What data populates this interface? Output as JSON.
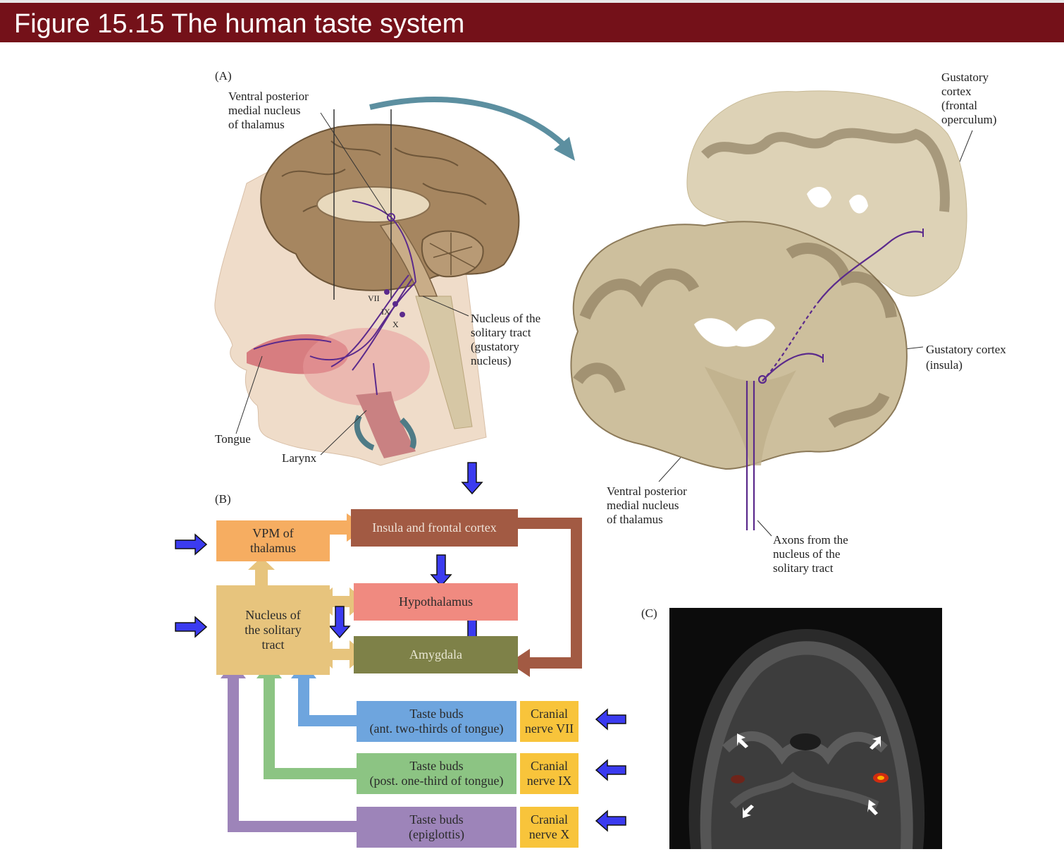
{
  "figure": {
    "title": "Figure 15.15  The human taste system"
  },
  "panel_a": {
    "letter": "(A)",
    "labels": {
      "vpm_top": "Ventral posterior\nmedial nucleus\nof thalamus",
      "gustatory_frontal": "Gustatory\ncortex\n(frontal\noperculum)",
      "nucleus_solitary": "Nucleus of the\nsolitary tract\n(gustatory\nnucleus)",
      "gustatory_insula": "Gustatory cortex\n(insula)",
      "tongue": "Tongue",
      "larynx": "Larynx",
      "vpm_bottom": "Ventral posterior\nmedial nucleus\nof thalamus",
      "axons": "Axons from the\nnucleus of the\nsolitary tract",
      "nerve_vii": "VII",
      "nerve_ix": "IX",
      "nerve_x": "X"
    }
  },
  "panel_b": {
    "letter": "(B)",
    "boxes": {
      "vpm": "VPM of\nthalamus",
      "insula": "Insula and frontal cortex",
      "hypothalamus": "Hypothalamus",
      "amygdala": "Amygdala",
      "nucleus": "Nucleus of\nthe solitary\ntract",
      "taste_ant": "Taste buds\n(ant. two-thirds of tongue)",
      "taste_post": "Taste buds\n(post. one-third of tongue)",
      "taste_epi": "Taste buds\n(epiglottis)",
      "cn_vii": "Cranial\nnerve VII",
      "cn_ix": "Cranial\nnerve IX",
      "cn_x": "Cranial\nnerve X"
    },
    "colors": {
      "vpm": "#f6ad61",
      "insula": "#a25a43",
      "hypothalamus": "#f08a80",
      "amygdala": "#7e8148",
      "nucleus": "#e7c47d",
      "taste_ant": "#6ea5de",
      "taste_post": "#8cc483",
      "taste_epi": "#9d84b9",
      "cranial": "#f8c43b",
      "blue_arrow": "#3b3bf0"
    }
  },
  "panel_c": {
    "letter": "(C)"
  }
}
